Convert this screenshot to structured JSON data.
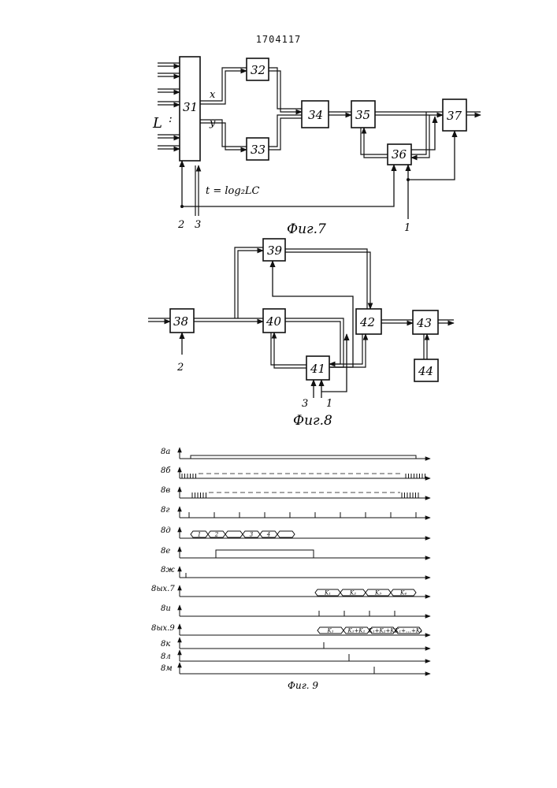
{
  "page_number": "1704117",
  "fig7": {
    "caption": "Фиг.7",
    "blocks": {
      "b31": "31",
      "b32": "32",
      "b33": "33",
      "b34": "34",
      "b35": "35",
      "b36": "36",
      "b37": "37"
    },
    "labels": {
      "x": "x",
      "y": "y",
      "L": "L",
      "formula": "t = log₂LC",
      "in2": "2",
      "in3": "3",
      "in1": "1"
    }
  },
  "fig8": {
    "caption": "Фиг.8",
    "blocks": {
      "b38": "38",
      "b39": "39",
      "b40": "40",
      "b41": "41",
      "b42": "42",
      "b43": "43",
      "b44": "44"
    },
    "labels": {
      "in2": "2",
      "in3": "3",
      "in1": "1"
    }
  },
  "fig9": {
    "caption": "Фиг. 9",
    "rows": [
      "8а",
      "8б",
      "8в",
      "8г",
      "8д",
      "8е",
      "8ж",
      "8ых.7",
      "8и",
      "8ых.9",
      "8к",
      "8л",
      "8м"
    ],
    "seg_8d": [
      "1",
      "2",
      "3",
      "4"
    ],
    "seg_out7": [
      "K₁",
      "K₂",
      "K₃",
      "K₄"
    ],
    "seg_out9": [
      "K₁",
      "K₁+K₂",
      "K₁+K₂+K₃",
      "K₁+…+K₄"
    ]
  }
}
